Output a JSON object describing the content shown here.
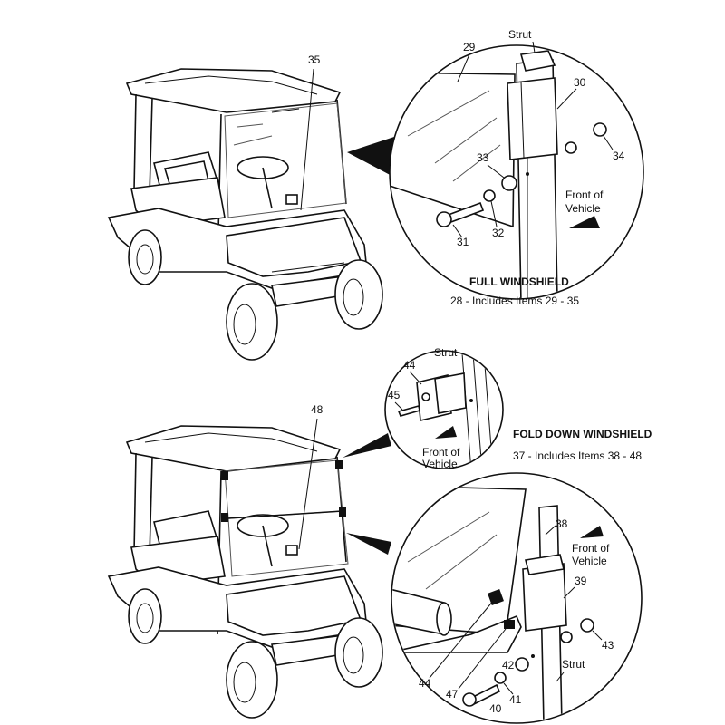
{
  "full": {
    "title": "FULL WINDSHIELD",
    "subtitle": "28 - Includes Items 29 - 35",
    "cart_callout": "35",
    "strut": "Strut",
    "front_line1": "Front of",
    "front_line2": "Vehicle",
    "callouts": [
      "29",
      "30",
      "31",
      "32",
      "33",
      "34"
    ]
  },
  "fold": {
    "title": "FOLD DOWN WINDSHIELD",
    "subtitle": "37 - Includes Items 38 - 48",
    "cart_callout": "48",
    "small_strut": "Strut",
    "small_front_line1": "Front of",
    "small_front_line2": "Vehicle",
    "small_callouts": [
      "44",
      "45"
    ],
    "big_front_line1": "Front of",
    "big_front_line2": "Vehicle",
    "big_strut": "Strut",
    "big_callouts": [
      "38",
      "39",
      "40",
      "41",
      "42",
      "43",
      "44",
      "47"
    ]
  }
}
